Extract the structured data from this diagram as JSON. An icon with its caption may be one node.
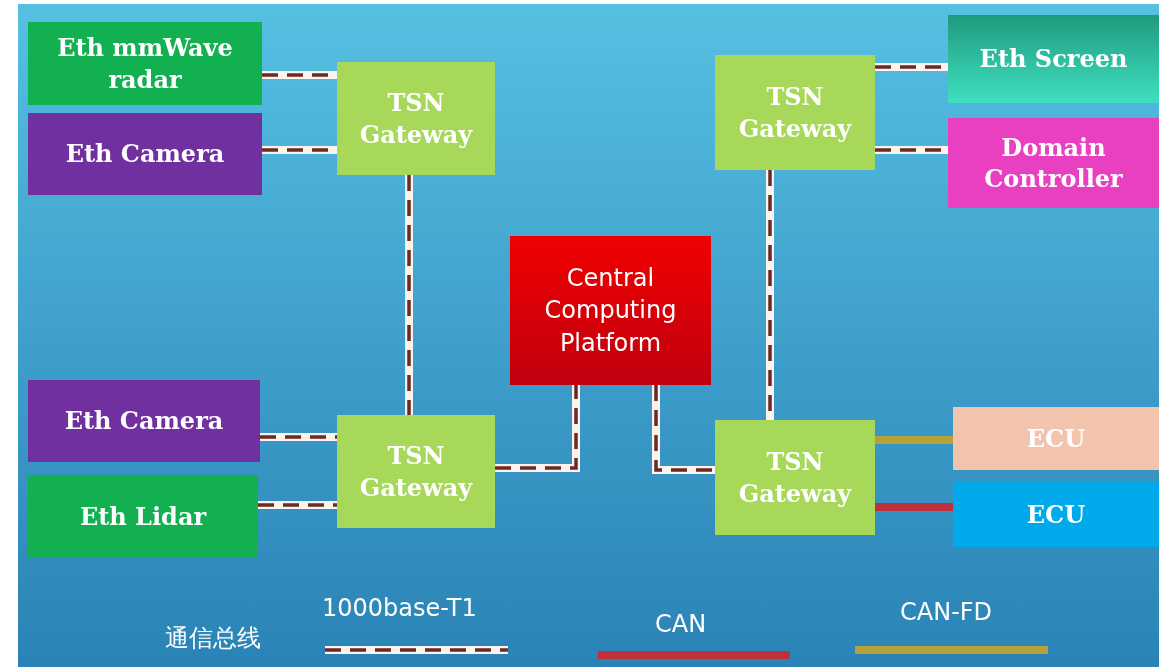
{
  "diagram": {
    "nodes": [
      {
        "text": [
          "Eth mmWave radar"
        ]
      },
      {
        "text": [
          "Eth Camera"
        ]
      },
      {
        "text": [
          "TSN Gateway"
        ]
      },
      {
        "text": [
          "TSN Gateway"
        ]
      },
      {
        "text": [
          "Eth Screen"
        ]
      },
      {
        "text": [
          "Domain Controller"
        ]
      },
      {
        "text": [
          "Central Computing Platform"
        ]
      },
      {
        "text": [
          "Eth Camera"
        ]
      },
      {
        "text": [
          "Eth Lidar"
        ]
      },
      {
        "text": [
          "TSN Gateway"
        ]
      },
      {
        "text": [
          "TSN Gateway"
        ]
      },
      {
        "text": [
          "ECU"
        ]
      },
      {
        "text": [
          "ECU"
        ]
      }
    ],
    "edges": [
      {
        "from": 0,
        "to": 2,
        "arrow": "none"
      },
      {
        "from": 1,
        "to": 2,
        "arrow": "none"
      },
      {
        "from": 2,
        "to": 9,
        "arrow": "none"
      },
      {
        "from": 3,
        "to": 4,
        "arrow": "none"
      },
      {
        "from": 3,
        "to": 5,
        "arrow": "none"
      },
      {
        "from": 3,
        "to": 10,
        "arrow": "none"
      },
      {
        "from": 7,
        "to": 9,
        "arrow": "none"
      },
      {
        "from": 8,
        "to": 9,
        "arrow": "none"
      },
      {
        "from": 9,
        "to": 6,
        "arrow": "none"
      },
      {
        "from": 6,
        "to": 10,
        "arrow": "none"
      },
      {
        "from": 10,
        "to": 11,
        "arrow": "none",
        "color": "#b5a33a"
      },
      {
        "from": 10,
        "to": 12,
        "arrow": "none",
        "color": "#c0303a"
      }
    ],
    "labels": [
      "通信总线"
    ],
    "legend": [
      {
        "text": "1000base-T1"
      },
      {
        "text": "CAN"
      },
      {
        "text": "CAN-FD"
      }
    ]
  }
}
